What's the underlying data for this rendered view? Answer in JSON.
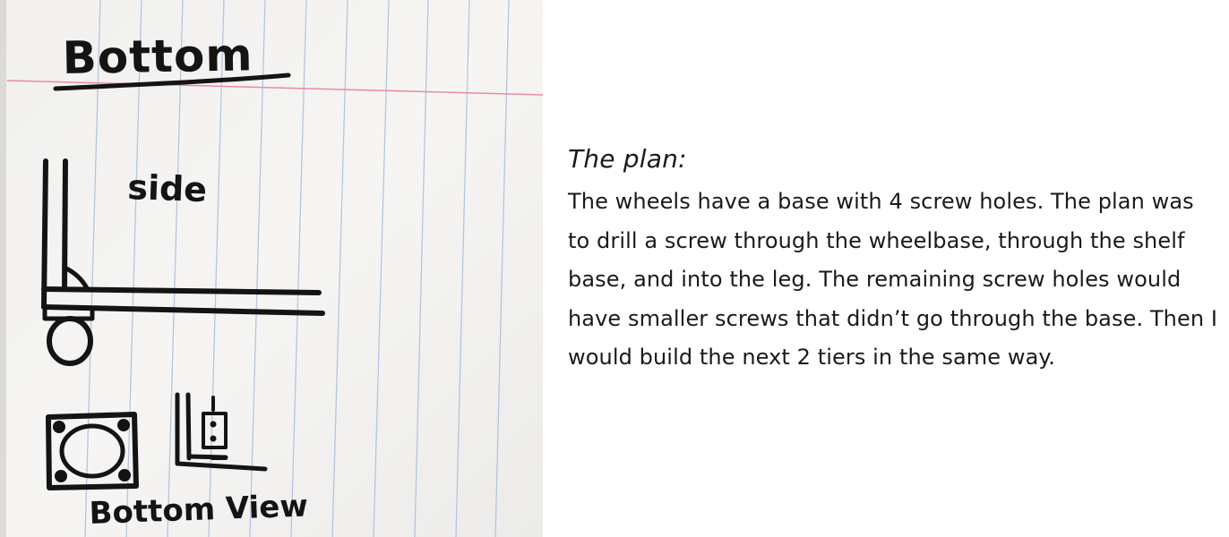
{
  "sketch": {
    "title": "Bottom",
    "side_label": "side",
    "bottom_view_label": "Bottom View"
  },
  "text": {
    "heading": "The plan:",
    "body": "The wheels have a base with 4 screw holes. The plan was to drill a screw through the wheelbase, through the shelf base, and into the leg. The remaining screw holes would have smaller screws that didn’t go through the base. Then I would build the next 2 tiers in the same way."
  },
  "colors": {
    "paper": "#f4f3f1",
    "rule_blue": "#a9bde0",
    "margin_red": "#e98aa0",
    "ink": "#141414"
  }
}
